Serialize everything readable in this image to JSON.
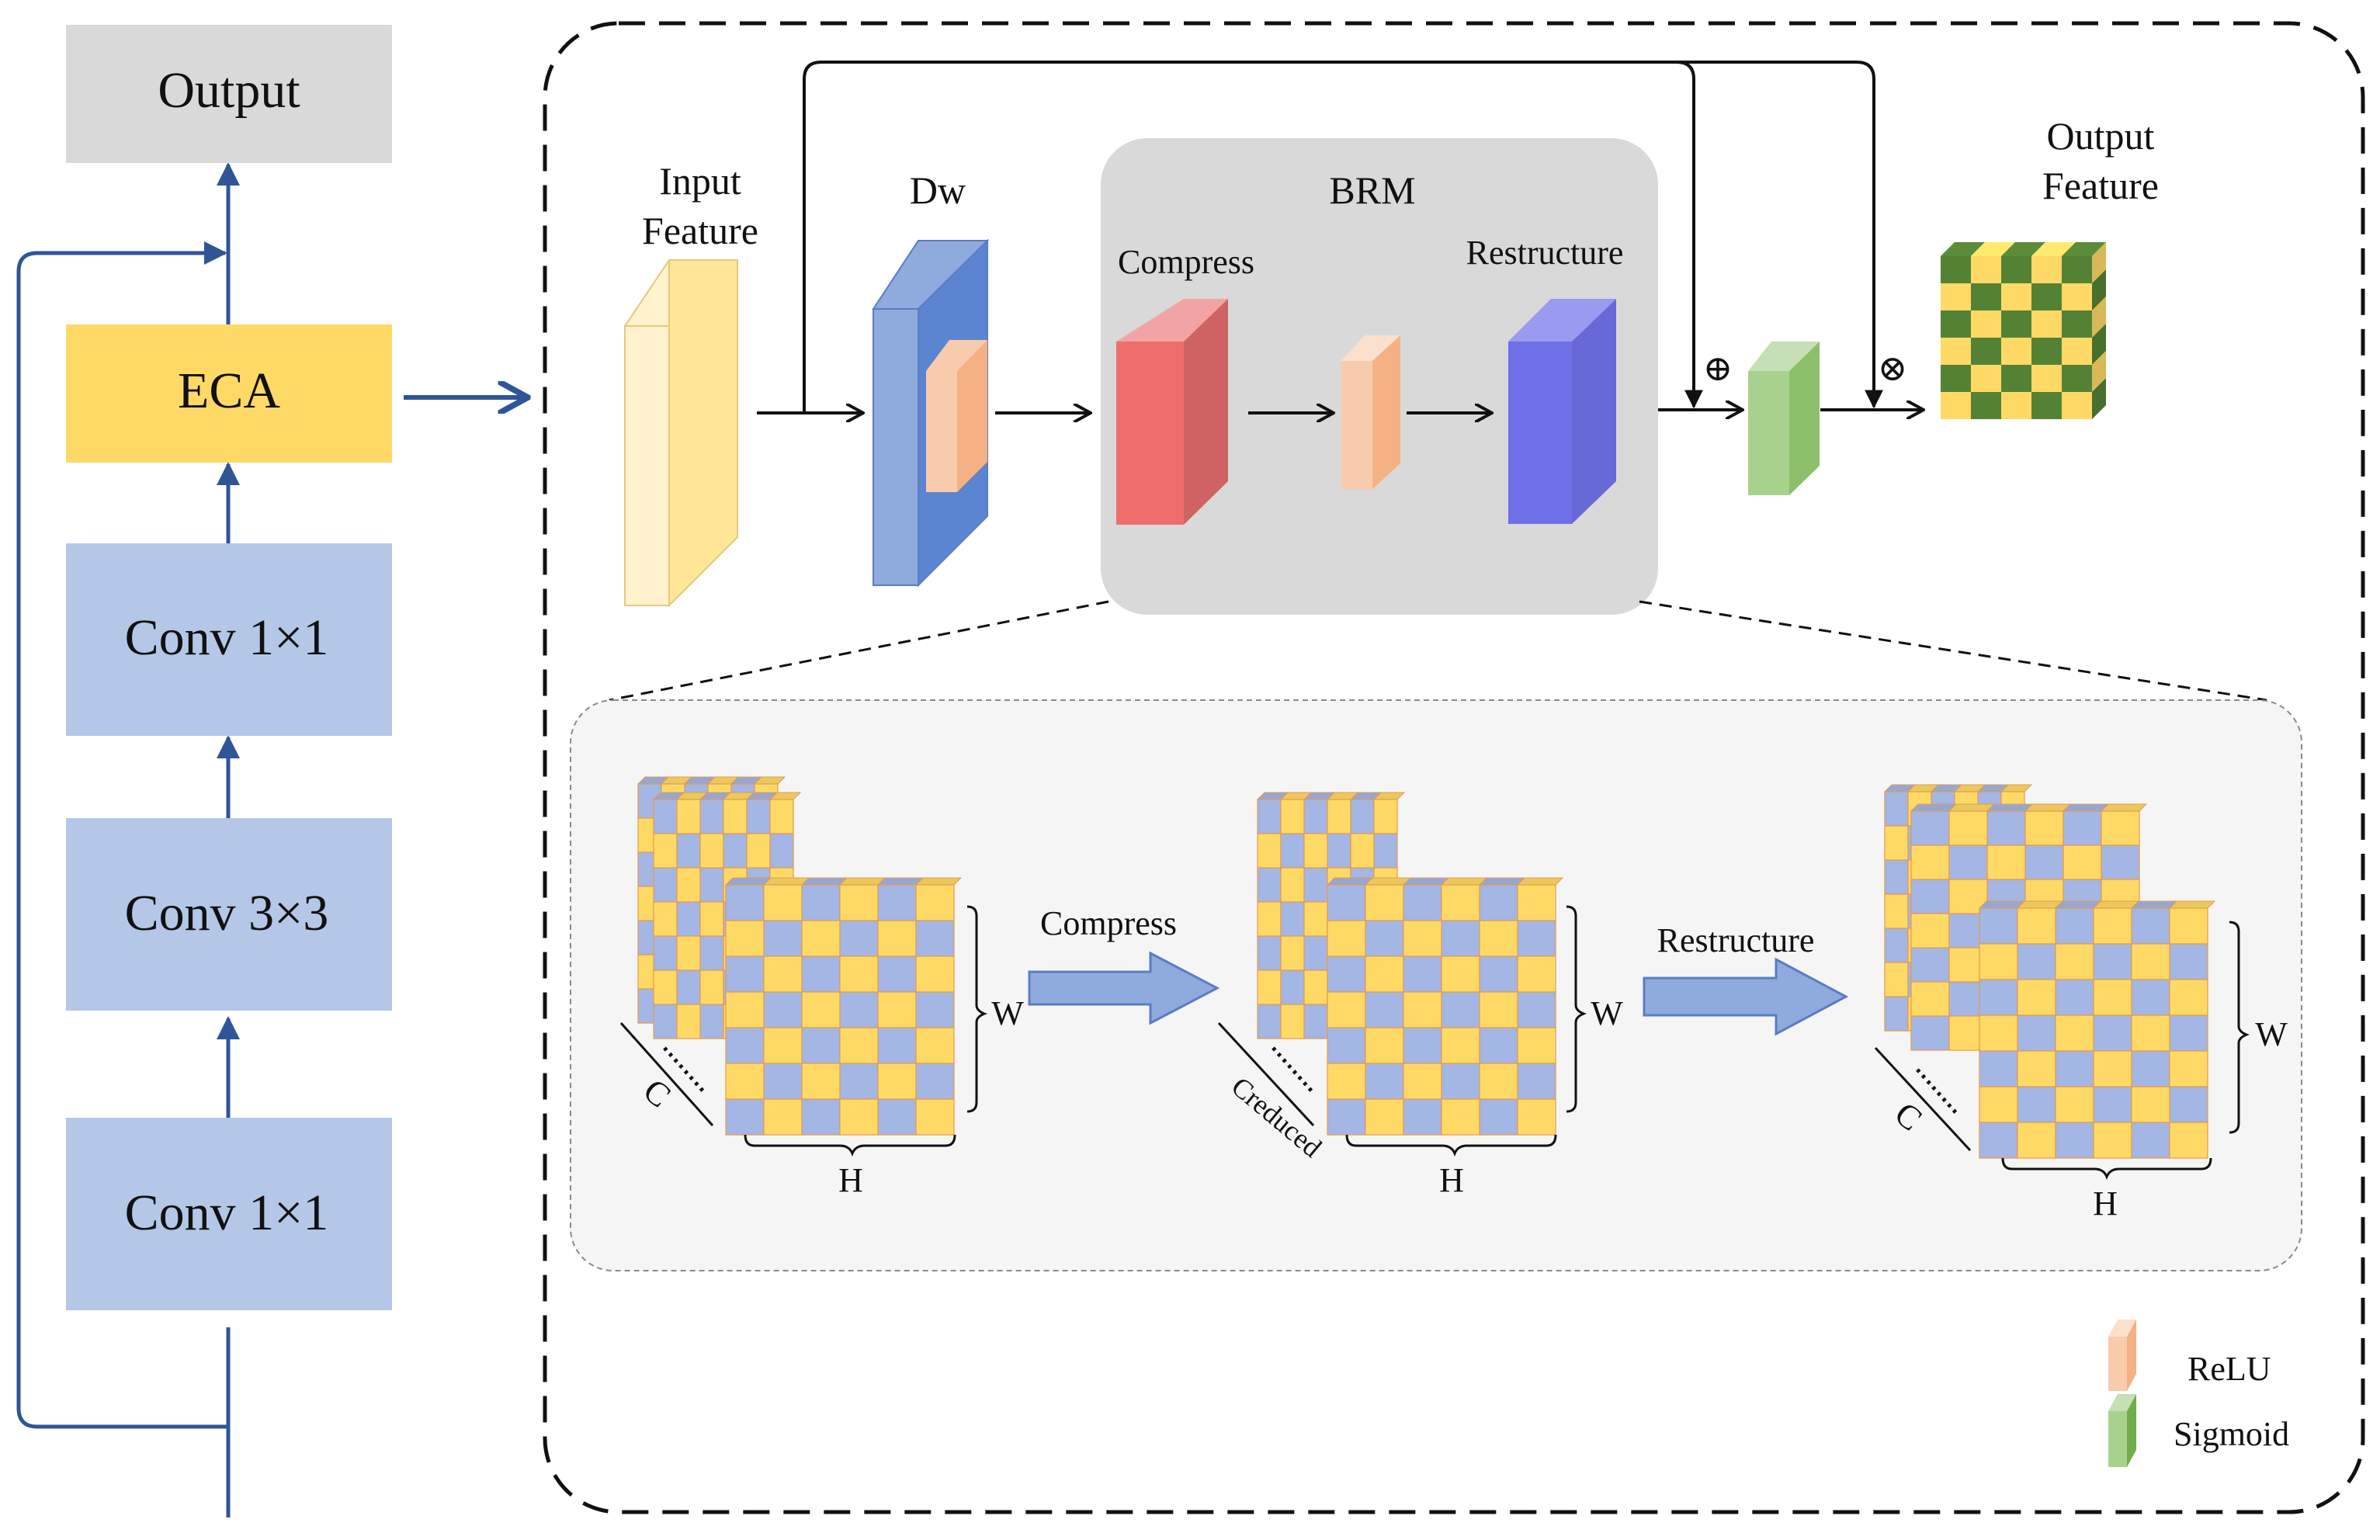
{
  "left_stack": {
    "output_label": "Output",
    "eca_label": "ECA",
    "conv_top_label": "Conv 1×1",
    "conv_mid_label": "Conv 3×3",
    "conv_bottom_label": "Conv 1×1"
  },
  "detail": {
    "input_feature_line1": "Input",
    "input_feature_line2": "Feature",
    "dw_label": "Dw",
    "brm_label": "BRM",
    "compress_label": "Compress",
    "restructure_label": "Restructure",
    "output_feature_line1": "Output",
    "output_feature_line2": "Feature",
    "add_symbol": "⊕",
    "mul_symbol": "⊗"
  },
  "brm_detail": {
    "compress_arrow_label": "Compress",
    "restructure_arrow_label": "Restructure",
    "block1": {
      "w_label": "W",
      "h_label": "H",
      "c_label": "C"
    },
    "block2": {
      "w_label": "W",
      "h_label": "H",
      "c_label": "Creduced"
    },
    "block3": {
      "w_label": "W",
      "h_label": "H",
      "c_label": "C"
    }
  },
  "legend": {
    "relu_label": "ReLU",
    "sigmoid_label": "Sigmoid"
  },
  "colors": {
    "block_blue": "#b4c7e7",
    "eca_yellow": "#ffd966",
    "output_gray": "#d9d9d9",
    "arrow_blue": "#2f5597",
    "relu_orange": "#f4b183",
    "sigmoid_green": "#a9d18e",
    "compress_red": "#ee6e6e",
    "restructure_purple": "#7b7bea",
    "checker_dark_green": "#548235",
    "checker_yellow": "#ffd966",
    "checker_blue": "#a4b6e4"
  }
}
